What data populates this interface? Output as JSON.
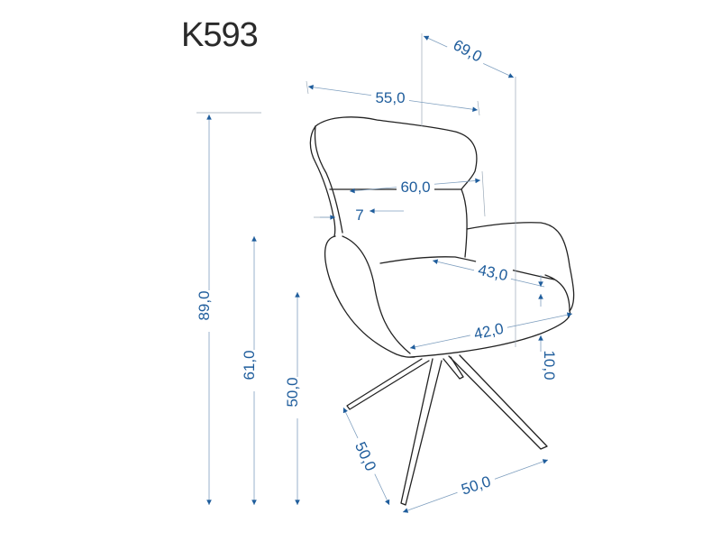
{
  "title": "K593",
  "accent_color": "#1f5d9c",
  "dimensions": {
    "depth_total": "69,0",
    "back_width": "55,0",
    "back_inner_width": "60,0",
    "back_thickness": "7",
    "seat_depth": "43,0",
    "seat_width": "42,0",
    "arm_height_above_seat": "10,0",
    "total_height": "89,0",
    "arm_height": "61,0",
    "seat_height": "50,0",
    "base_depth": "50,0",
    "base_width": "50,0"
  }
}
